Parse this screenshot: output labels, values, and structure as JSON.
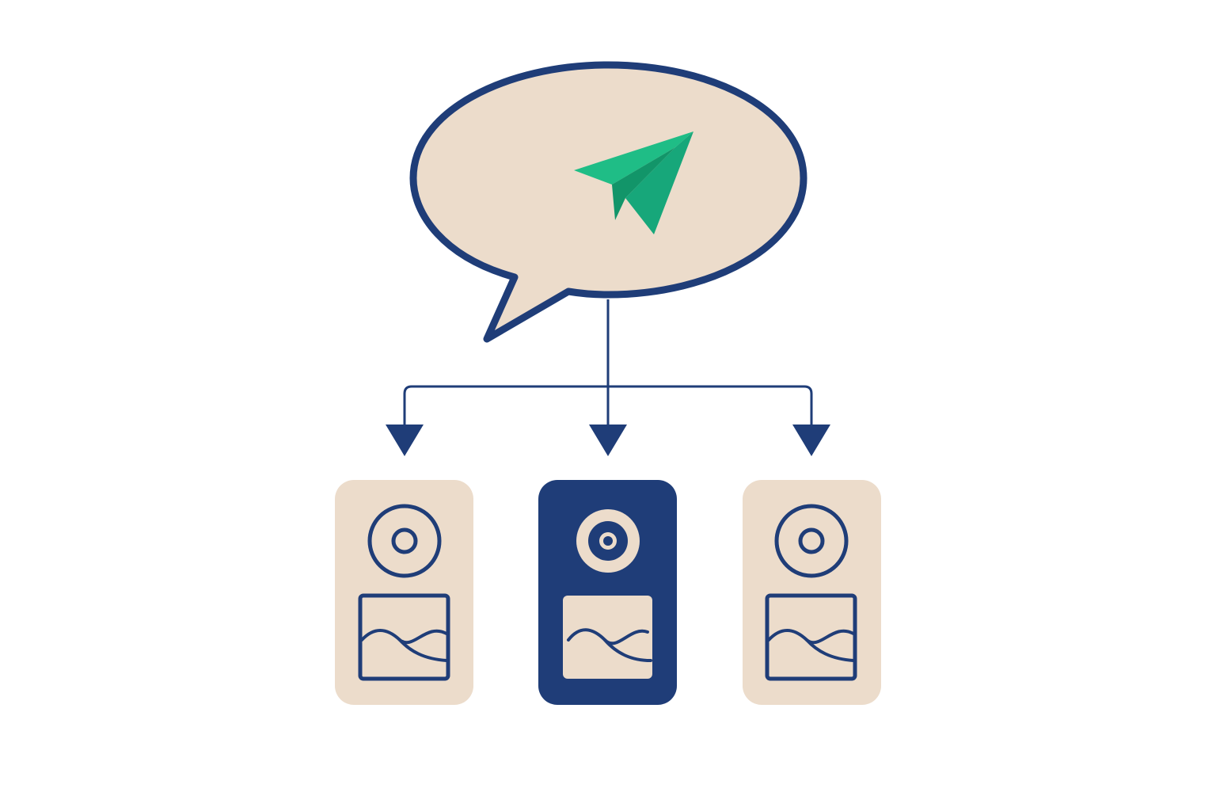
{
  "colors": {
    "background": "#ffffff",
    "navy": "#1f3d78",
    "beige": "#ecdccb",
    "green": "#17a77a",
    "green_light": "#1fbd86"
  },
  "icons": {
    "message": "speech-bubble-icon",
    "send": "paper-plane-icon",
    "target": "target-circle-icon",
    "media": "image-wave-icon"
  },
  "cards": [
    {
      "name": "card-left",
      "highlighted": false
    },
    {
      "name": "card-center",
      "highlighted": true
    },
    {
      "name": "card-right",
      "highlighted": false
    }
  ]
}
